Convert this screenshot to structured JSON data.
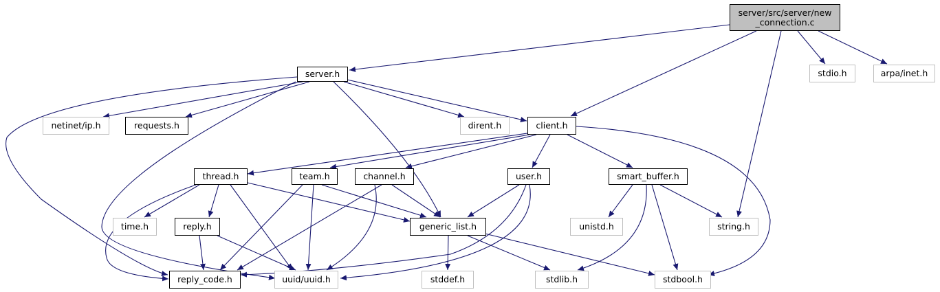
{
  "colors": {
    "edge": "#191970",
    "documented_border": "#000000",
    "external_border": "#bfbfbf",
    "root_fill": "#bfbfbf"
  },
  "nodes": {
    "root": {
      "line1": "server/src/server/new",
      "line2": "_connection.c"
    },
    "server_h": "server.h",
    "stdio_h": "stdio.h",
    "arpa_inet_h": "arpa/inet.h",
    "netinet_ip_h": "netinet/ip.h",
    "requests_h": "requests.h",
    "dirent_h": "dirent.h",
    "client_h": "client.h",
    "thread_h": "thread.h",
    "team_h": "team.h",
    "channel_h": "channel.h",
    "user_h": "user.h",
    "smart_buffer_h": "smart_buffer.h",
    "time_h": "time.h",
    "reply_h": "reply.h",
    "generic_list_h": "generic_list.h",
    "unistd_h": "unistd.h",
    "string_h": "string.h",
    "reply_code_h": "reply_code.h",
    "uuid_uuid_h": "uuid/uuid.h",
    "stddef_h": "stddef.h",
    "stdlib_h": "stdlib.h",
    "stdbool_h": "stdbool.h"
  }
}
